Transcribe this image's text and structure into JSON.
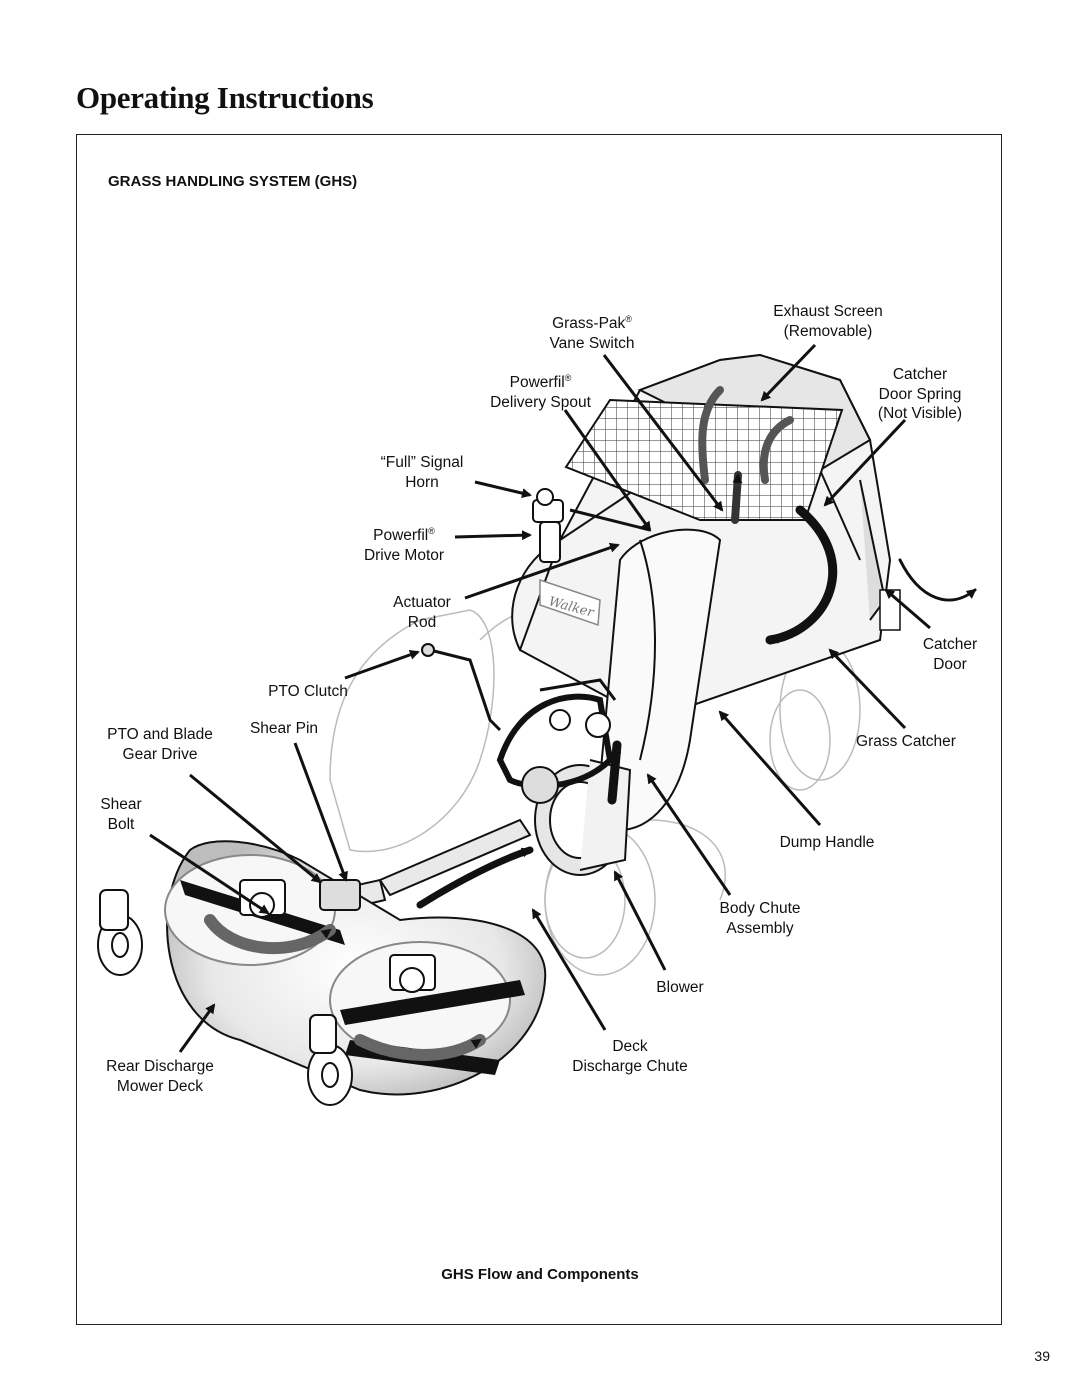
{
  "page": {
    "title": "Operating Instructions",
    "section_title": "GRASS HANDLING SYSTEM (GHS)",
    "caption": "GHS Flow and Components",
    "page_number": "39"
  },
  "illustration": {
    "brand_text": "Walker",
    "callouts": {
      "grass_pak_vane_switch": {
        "line1": "Grass-Pak",
        "mark": "®",
        "line2": "Vane Switch"
      },
      "exhaust_screen": {
        "line1": "Exhaust Screen",
        "line2": "(Removable)"
      },
      "powerfil_delivery_spout": {
        "line1": "Powerfil",
        "mark": "®",
        "line2": "Delivery Spout"
      },
      "catcher_door_spring": {
        "line1": "Catcher",
        "line2": "Door Spring",
        "line3": "(Not Visible)"
      },
      "full_signal_horn": {
        "line1": "“Full” Signal",
        "line2": "Horn"
      },
      "powerfil_drive_motor": {
        "line1": "Powerfil",
        "mark": "®",
        "line2": "Drive Motor"
      },
      "actuator_rod": {
        "line1": "Actuator",
        "line2": "Rod"
      },
      "catcher_door": {
        "line1": "Catcher",
        "line2": "Door"
      },
      "pto_clutch": {
        "line1": "PTO Clutch"
      },
      "grass_catcher": {
        "line1": "Grass Catcher"
      },
      "pto_and_blade_gear_drive": {
        "line1": "PTO and Blade",
        "line2": "Gear Drive"
      },
      "shear_pin": {
        "line1": "Shear Pin"
      },
      "shear_bolt": {
        "line1": "Shear",
        "line2": "Bolt"
      },
      "dump_handle": {
        "line1": "Dump Handle"
      },
      "body_chute_assembly": {
        "line1": "Body Chute",
        "line2": "Assembly"
      },
      "blower": {
        "line1": "Blower"
      },
      "deck_discharge_chute": {
        "line1": "Deck",
        "line2": "Discharge Chute"
      },
      "rear_discharge_mower_deck": {
        "line1": "Rear Discharge",
        "line2": "Mower Deck"
      }
    }
  }
}
